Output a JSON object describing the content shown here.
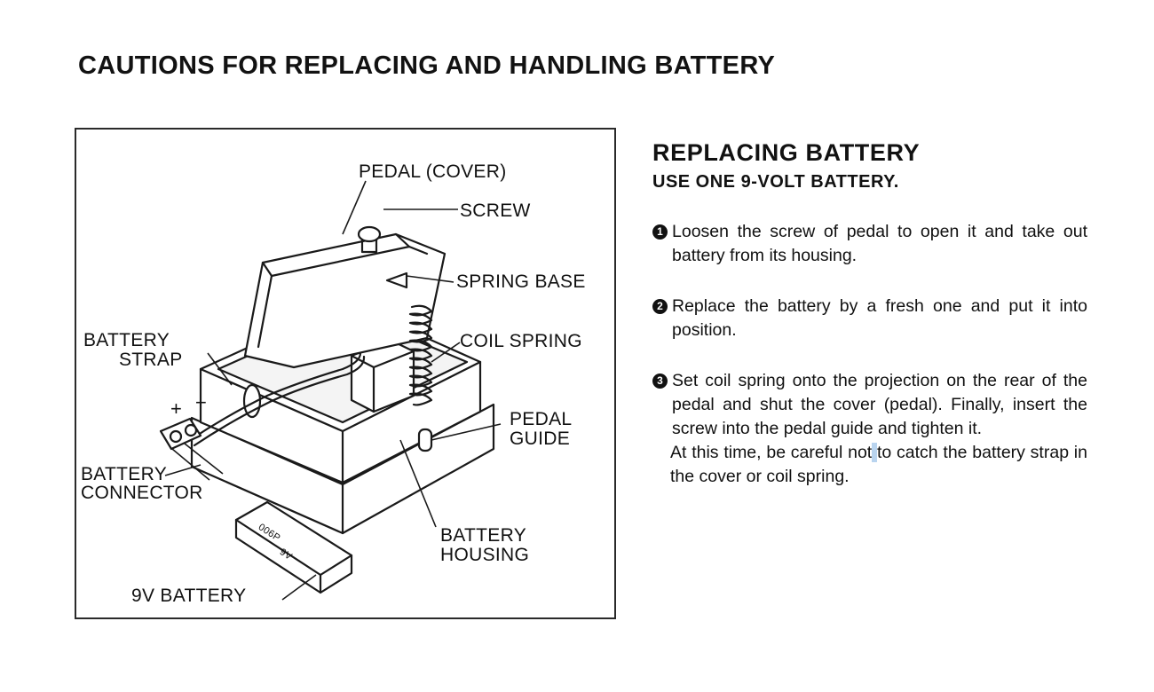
{
  "page": {
    "title": "CAUTIONS FOR REPLACING AND HANDLING BATTERY"
  },
  "figure": {
    "labels": {
      "pedal_cover": "PEDAL (COVER)",
      "screw": "SCREW",
      "spring_base": "SPRING BASE",
      "battery_strap_1": "BATTERY",
      "battery_strap_2": "STRAP",
      "coil_spring": "COIL SPRING",
      "pedal_guide_1": "PEDAL",
      "pedal_guide_2": "GUIDE",
      "battery_connector_1": "BATTERY",
      "battery_connector_2": "CONNECTOR",
      "battery_housing_1": "BATTERY",
      "battery_housing_2": "HOUSING",
      "nine_v_battery": "9V BATTERY",
      "plus": "+",
      "minus": "−",
      "battery_print_1": "006P",
      "battery_print_2": "9V"
    }
  },
  "section": {
    "title": "REPLACING BATTERY",
    "subtitle": "USE ONE 9-VOLT BATTERY.",
    "steps": [
      {
        "num": "1",
        "text": "Loosen the screw of pedal to open it and take out battery from its housing."
      },
      {
        "num": "2",
        "text": "Replace the battery by a fresh one and put it into position."
      },
      {
        "num": "3",
        "text": "Set coil spring onto the projection on the rear of the pedal and shut the cover (pedal). Finally, insert the screw into the pedal guide and tighten it.",
        "note_pre": "At this time, be careful not",
        "note_hl": " ",
        "note_post": "to catch the battery strap in the cover or coil spring."
      }
    ]
  }
}
